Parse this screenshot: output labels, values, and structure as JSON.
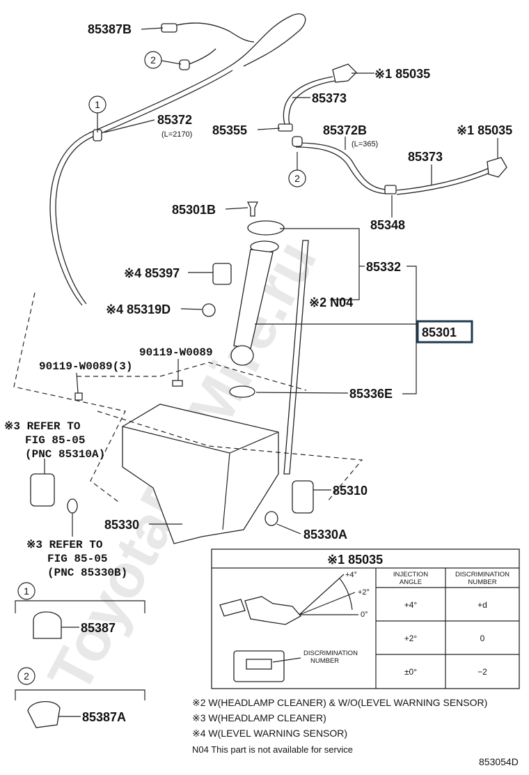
{
  "watermark": "ToyotaParMire.ru",
  "drawing_id": "853054D",
  "callouts": {
    "c85387B": "85387B",
    "c85035_top": "※1 85035",
    "c85373_top": "85373",
    "c85372": "85372",
    "c85372_len": "(L=2170)",
    "c85355": "85355",
    "c85372B": "85372B",
    "c85372B_len": "(L=365)",
    "c85035_right": "※1 85035",
    "c85373_right": "85373",
    "c85301B": "85301B",
    "c85348": "85348",
    "c85332": "85332",
    "c85397": "※4 85397",
    "cN04": "※2 N04",
    "c85319D": "※4 85319D",
    "c85301": "85301",
    "c90119b": "90119-W0089",
    "c90119a": "90119-W0089(3)",
    "c85336E": "85336E",
    "c85310": "85310",
    "c85330": "85330",
    "c85330A": "85330A",
    "c85387": "85387",
    "c85387A": "85387A",
    "circle1": "1",
    "circle2": "2"
  },
  "refer_a": [
    "※3 REFER TO",
    "FIG 85-05",
    "(PNC 85310A)"
  ],
  "refer_b": [
    "※3 REFER TO",
    "FIG 85-05",
    "(PNC 85330B)"
  ],
  "detail": {
    "title": "※1 85035",
    "angle_labels": [
      "+4°",
      "+2°",
      "0°"
    ],
    "discrimination_label": [
      "DISCRIMINATION",
      "NUMBER"
    ],
    "headers": [
      [
        "INJECTION",
        "ANGLE"
      ],
      [
        "DISCRIMINATION",
        "NUMBER"
      ]
    ],
    "rows": [
      [
        "+4°",
        "+d"
      ],
      [
        "+2°",
        "0"
      ],
      [
        "±0°",
        "−2"
      ]
    ]
  },
  "notes": [
    "※2 W(HEADLAMP CLEANER) & W/O(LEVEL WARNING SENSOR)",
    "※3 W(HEADLAMP CLEANER)",
    "※4 W(LEVEL WARNING SENSOR)",
    "N04   This part is not available for service"
  ],
  "colors": {
    "highlight_border": "#1f3a4d",
    "line": "#222222"
  }
}
